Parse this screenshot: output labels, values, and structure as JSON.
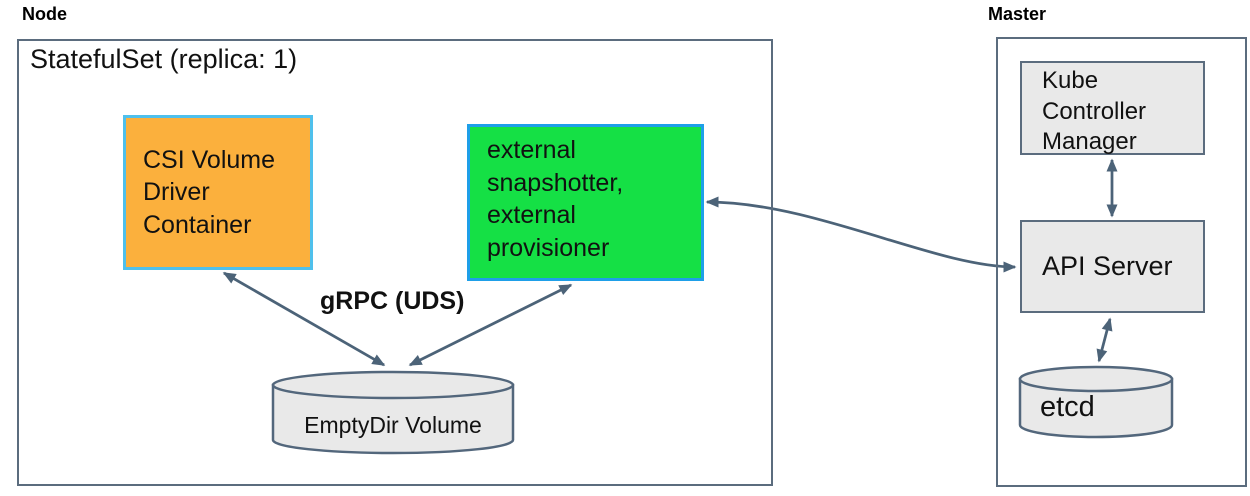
{
  "node": {
    "label": "Node",
    "statefulset_title": "StatefulSet (replica: 1)",
    "csi_container_label": "CSI Volume Driver Container",
    "sidecar_label": "external snapshotter, external provisioner",
    "grpc_label": "gRPC (UDS)",
    "emptydir_label": "EmptyDir Volume"
  },
  "master": {
    "label": "Master",
    "kube_controller_manager_label": "Kube Controller Manager",
    "api_server_label": "API Server",
    "etcd_label": "etcd"
  },
  "colors": {
    "csi_box_fill": "#FBB03D",
    "csi_box_border": "#4FC0EC",
    "sidecar_box_fill": "#15E045",
    "sidecar_box_border": "#1E9FE8",
    "gray_box_fill": "#E9E9E9",
    "box_outline": "#5B6C7E",
    "arrow_color": "#4C6378"
  }
}
